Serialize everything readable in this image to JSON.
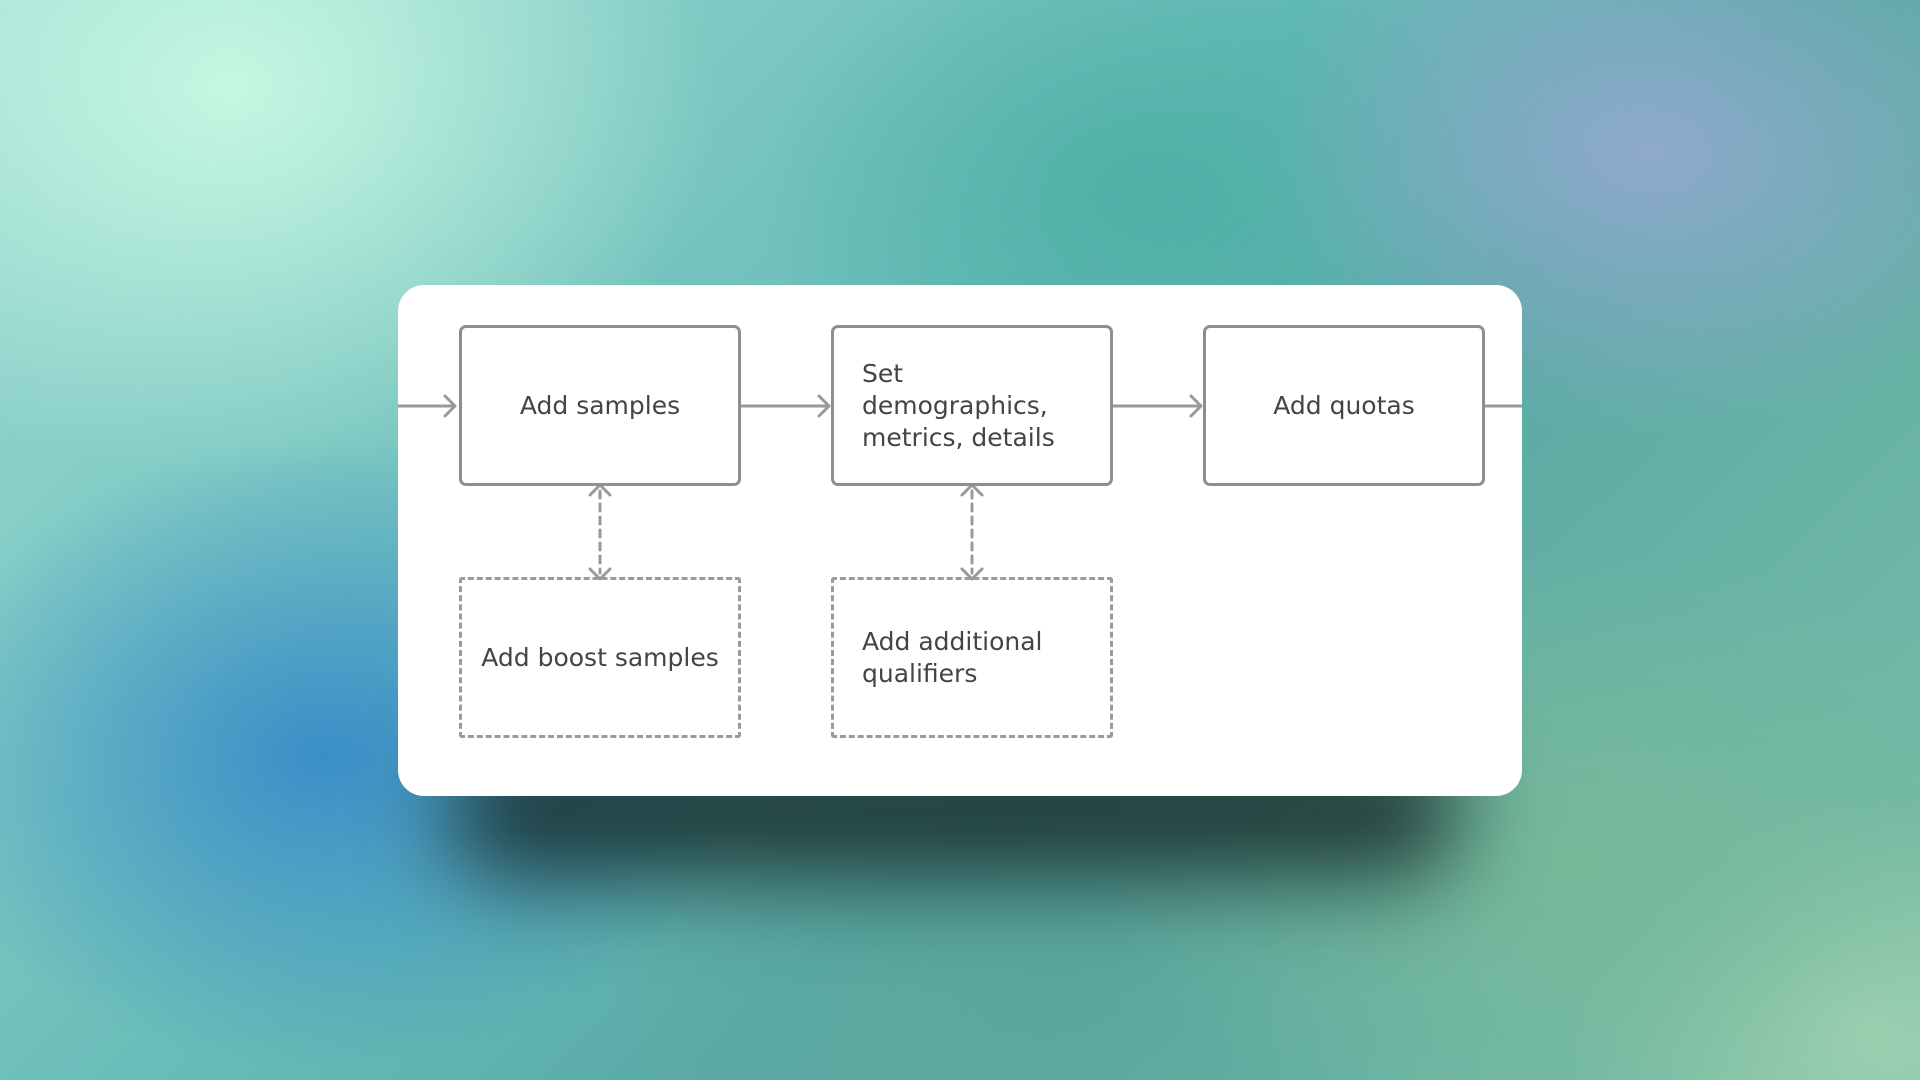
{
  "diagram": {
    "main_steps": [
      {
        "label": "Add samples"
      },
      {
        "label": "Set demographics, metrics, details"
      },
      {
        "label": "Add quotas"
      }
    ],
    "optional_steps": [
      {
        "label": "Add boost samples"
      },
      {
        "label": "Add additional qualifiers"
      }
    ],
    "colors": {
      "node_border": "#8e8e8e",
      "connector": "#999999",
      "text": "#444444",
      "card": "#ffffff"
    }
  }
}
